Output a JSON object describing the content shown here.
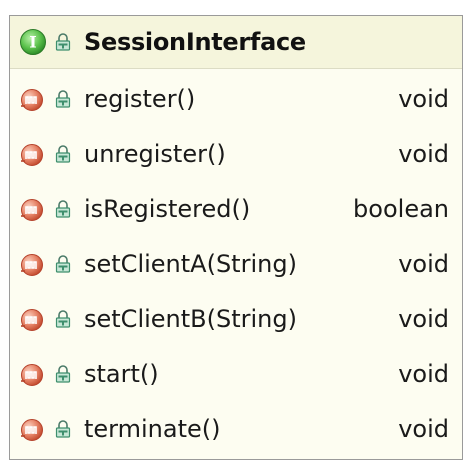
{
  "class_box": {
    "name": "SessionInterface",
    "kind_icon": "interface-icon",
    "kind_letter": "I",
    "visibility_icon": "public-lock-icon",
    "methods": [
      {
        "name": "register()",
        "return_type": "void",
        "icon": "method-icon"
      },
      {
        "name": "unregister()",
        "return_type": "void",
        "icon": "method-icon"
      },
      {
        "name": "isRegistered()",
        "return_type": "boolean",
        "icon": "method-icon"
      },
      {
        "name": "setClientA(String)",
        "return_type": "void",
        "icon": "method-icon"
      },
      {
        "name": "setClientB(String)",
        "return_type": "void",
        "icon": "method-icon"
      },
      {
        "name": "start()",
        "return_type": "void",
        "icon": "method-icon"
      },
      {
        "name": "terminate()",
        "return_type": "void",
        "icon": "method-icon"
      }
    ]
  },
  "colors": {
    "header_bg": "#f5f5dc",
    "body_bg": "#fdfdf1",
    "border": "#9a9a9a",
    "interface_icon_green": "#3fae3f",
    "method_icon_red": "#e36a4a",
    "lock_green": "#3e8f6d"
  }
}
